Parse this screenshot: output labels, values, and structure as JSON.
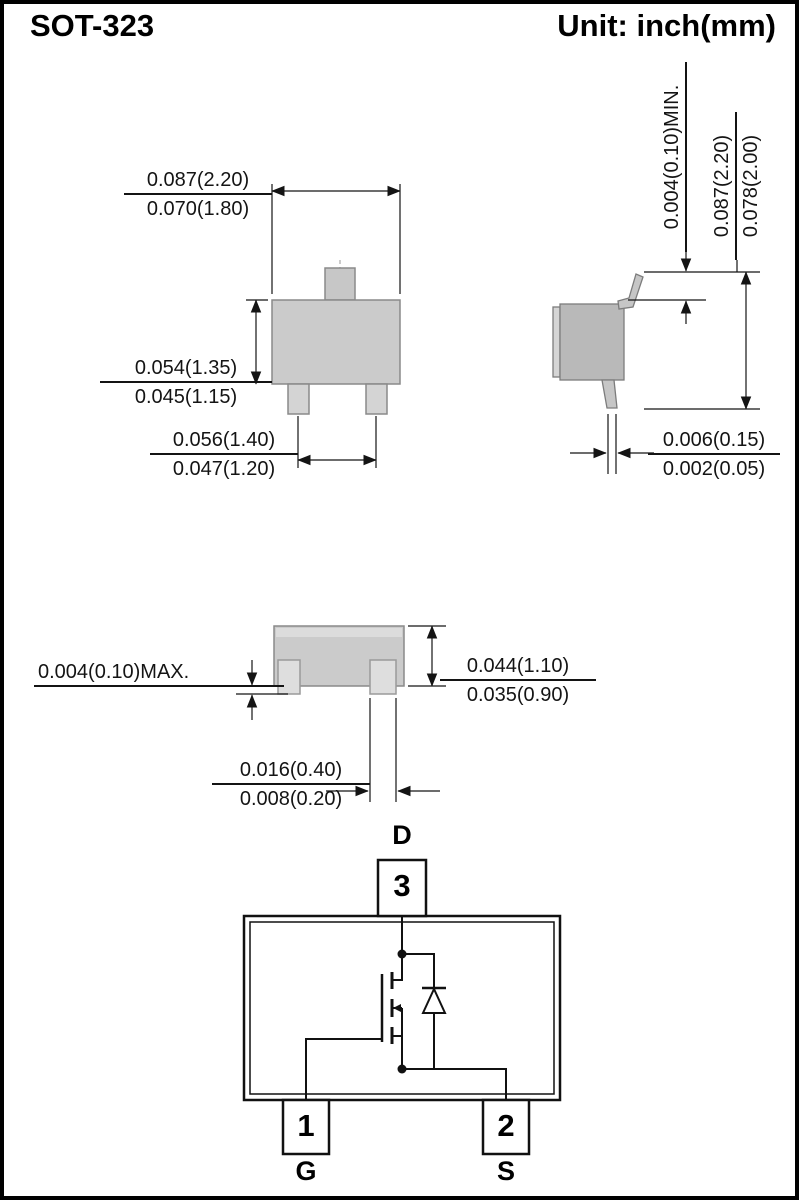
{
  "header": {
    "title": "SOT-323",
    "unit_label": "Unit: inch(mm)"
  },
  "top_view": {
    "width": {
      "max": "0.087(2.20)",
      "min": "0.070(1.80)"
    },
    "height": {
      "max": "0.054(1.35)",
      "min": "0.045(1.15)"
    },
    "lead_pitch": {
      "max": "0.056(1.40)",
      "min": "0.047(1.20)"
    }
  },
  "side_view": {
    "lead_top_clearance": "0.004(0.10)MIN.",
    "overall_height": {
      "max": "0.087(2.20)",
      "min": "0.078(2.00)"
    },
    "lead_thickness": {
      "max": "0.006(0.15)",
      "min": "0.002(0.05)"
    }
  },
  "front_view": {
    "standoff": "0.004(0.10)MAX.",
    "body_height": {
      "max": "0.044(1.10)",
      "min": "0.035(0.90)"
    },
    "lead_width": {
      "max": "0.016(0.40)",
      "min": "0.008(0.20)"
    }
  },
  "pinout": {
    "pin1": {
      "number": "1",
      "name": "G"
    },
    "pin2": {
      "number": "2",
      "name": "S"
    },
    "pin3": {
      "number": "3",
      "name": "D"
    }
  },
  "colors": {
    "package_fill": "#cbcbcb",
    "line_color": "#141414"
  }
}
